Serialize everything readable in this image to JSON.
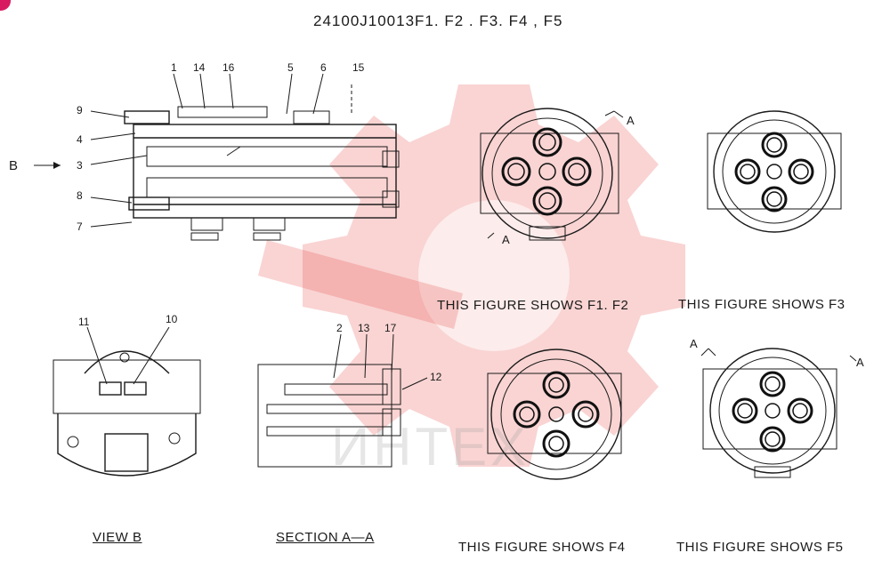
{
  "drawing": {
    "title": "24100J10013F1. F2 . F3. F4 , F5"
  },
  "main_view": {
    "label_B": "B",
    "callouts": [
      "1",
      "14",
      "16",
      "5",
      "6",
      "15",
      "9",
      "4",
      "3",
      "8",
      "7"
    ]
  },
  "view_b": {
    "label": "VIEW  B",
    "callouts": [
      "11",
      "10"
    ]
  },
  "section_aa": {
    "label": "SECTION  A—A",
    "callouts": [
      "2",
      "13",
      "17",
      "12"
    ]
  },
  "figures": {
    "f1f2": {
      "caption": "THIS FIGURE SHOWS   F1. F2",
      "marker_top": "A",
      "marker_bottom": "A"
    },
    "f3": {
      "caption": "THIS FIGURE SHOWS   F3"
    },
    "f4": {
      "caption": "THIS FIGURE SHOWS   F4"
    },
    "f5": {
      "caption": "THIS FIGURE SHOWS   F5",
      "marker_left": "A",
      "marker_right": "A"
    }
  },
  "watermark": {
    "text": "ИНТЕХ",
    "color": "#e53935"
  }
}
